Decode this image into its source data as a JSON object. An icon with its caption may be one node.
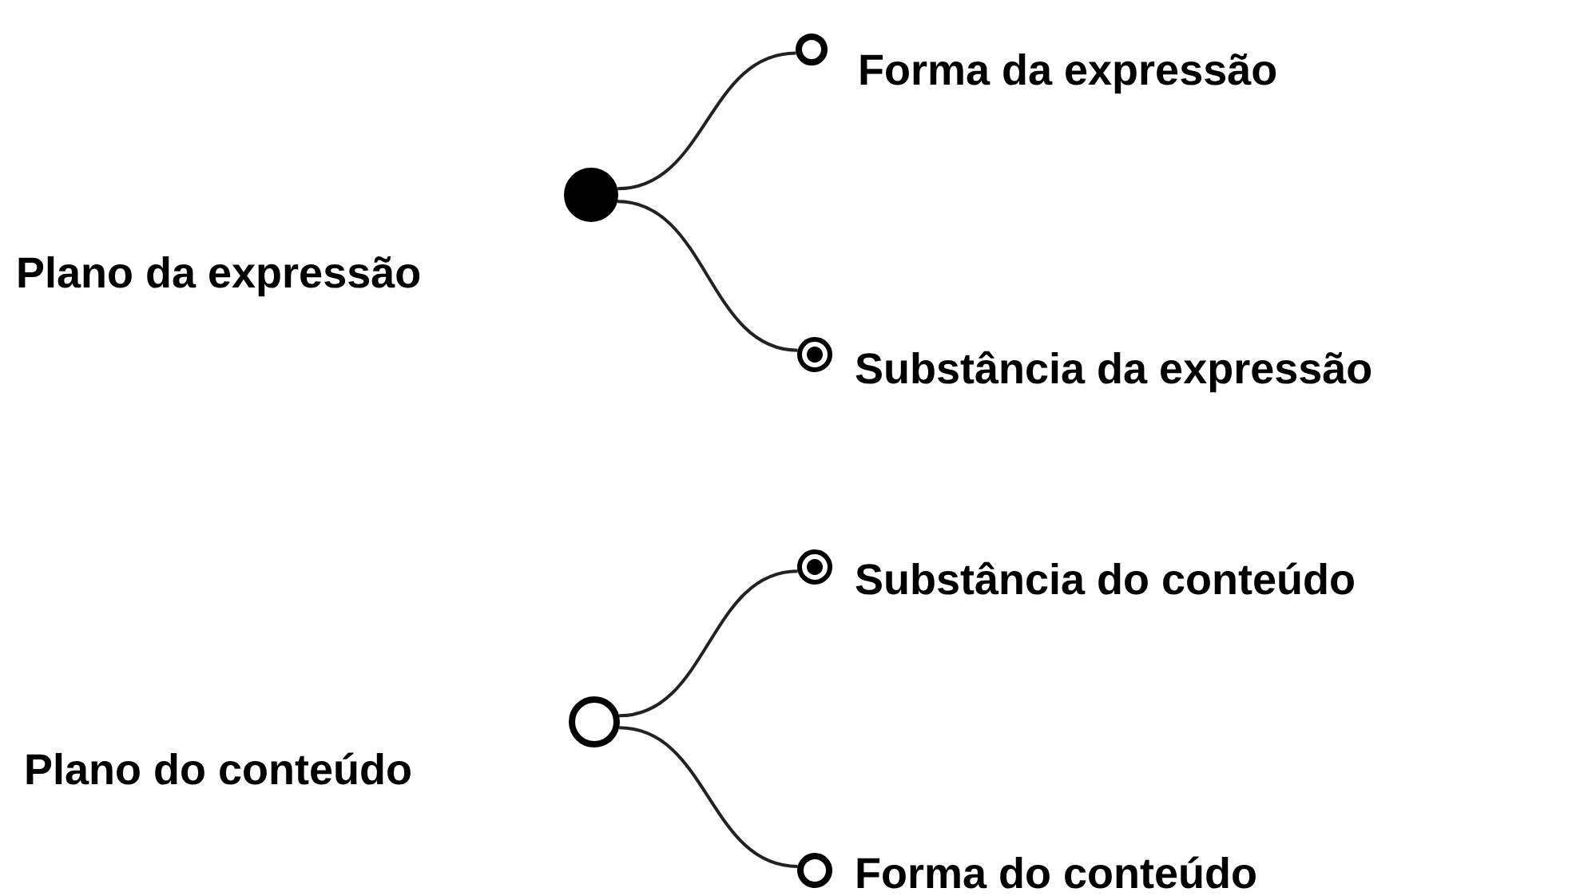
{
  "diagram": {
    "nodes": [
      {
        "text": [],
        "shape": "disc",
        "beside": [
          "Plano da expressão"
        ]
      },
      {
        "text": [],
        "shape": "circle",
        "beside": [
          "Forma da expressão"
        ]
      },
      {
        "text": [],
        "shape": "bullseye",
        "beside": [
          "Substância da expressão"
        ]
      },
      {
        "text": [],
        "shape": "circle",
        "beside": [
          "Plano do conteúdo"
        ]
      },
      {
        "text": [],
        "shape": "bullseye",
        "beside": [
          "Substância do conteúdo"
        ]
      },
      {
        "text": [],
        "shape": "circle",
        "beside": [
          "Forma do conteúdo"
        ]
      }
    ],
    "edges": [
      {
        "from": 0,
        "to": 1,
        "arrow": "none"
      },
      {
        "from": 0,
        "to": 2,
        "arrow": "none"
      },
      {
        "from": 3,
        "to": 4,
        "arrow": "none"
      },
      {
        "from": 3,
        "to": 5,
        "arrow": "none"
      }
    ]
  }
}
